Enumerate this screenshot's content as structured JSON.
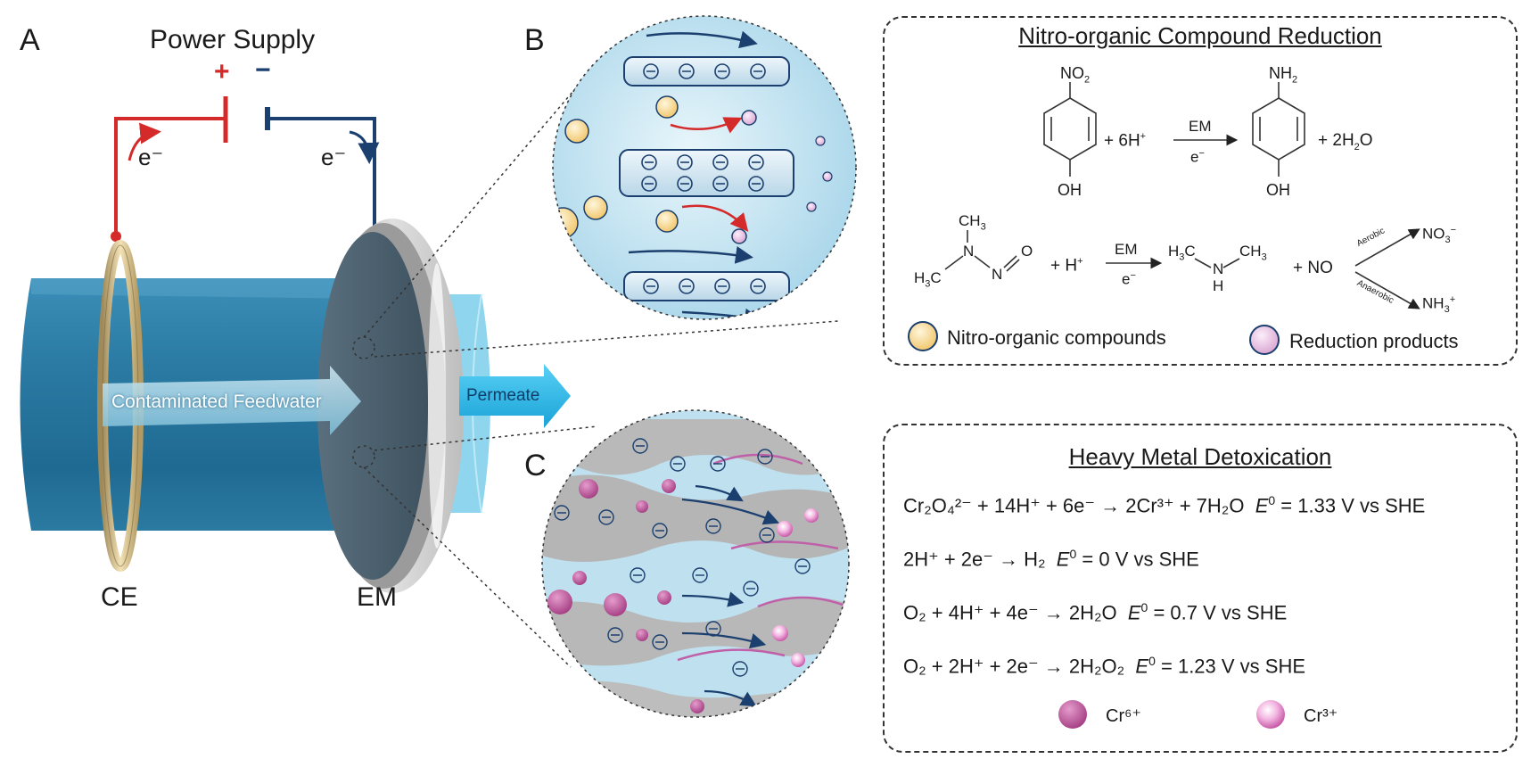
{
  "panel_a": {
    "letter": "A",
    "power_supply": "Power Supply",
    "plus": "+",
    "minus": "−",
    "electron_left": "e⁻",
    "electron_right": "e⁻",
    "feed_label": "Contaminated Feedwater",
    "permeate_label": "Permeate",
    "ce_label": "CE",
    "em_label": "EM"
  },
  "panel_b": {
    "letter": "B"
  },
  "panel_c": {
    "letter": "C"
  },
  "nitro_box": {
    "title": "Nitro-organic Compound Reduction",
    "reactant_no2": "NO",
    "reactant_no2_sub": "2",
    "oh_left": "OH",
    "plus_h": "+ 6H",
    "em": "EM",
    "e": "e",
    "nh2": "NH",
    "nh2_sub": "2",
    "oh_right": "OH",
    "plus_water": "+ 2H",
    "water_tail": "O",
    "ndma_ch3_top": "CH",
    "ndma_n": "N",
    "ndma_n2": "N",
    "ndma_o": "O",
    "ndma_h3c": "H",
    "ndma_c": "C",
    "plus_hplus": "+ H",
    "em2": "EM",
    "e2": "e",
    "dma_h3c": "H",
    "dma_c": "C",
    "dma_n": "N",
    "dma_h": "H",
    "dma_ch3": "CH",
    "plus_no": "+ NO",
    "aerobic": "Aerobic",
    "anaerobic": "Anaerobic",
    "no3": "NO",
    "nh4": "NH",
    "legend_reactant": "Nitro-organic compounds",
    "legend_product": "Reduction products"
  },
  "metal_box": {
    "title": "Heavy Metal Detoxication",
    "eq1_main": "Cr₂O₄²⁻ + 14H⁺ + 6e⁻ → 2Cr³⁺ + 7H₂O",
    "eq1_pot": "= 1.33 V vs SHE",
    "eq2_main": "2H⁺ + 2e⁻ → H₂",
    "eq2_pot": "= 0 V vs SHE",
    "eq3_main": "O₂ + 4H⁺ + 4e⁻ → 2H₂O",
    "eq3_pot": "= 0.7 V vs SHE",
    "eq4_main": "O₂ + 2H⁺ + 2e⁻ → 2H₂O₂",
    "eq4_pot": "= 1.23 V vs SHE",
    "e0_symbol": "E",
    "e0_sup": "0",
    "cr6": "Cr⁶⁺",
    "cr3": "Cr³⁺"
  },
  "colors": {
    "cylinder": "#2f7fa6",
    "membrane": "#c8c8c8",
    "anode_wire": "#d42a2a",
    "cathode_wire": "#1b3f6e",
    "permeate": "#25b3e6",
    "reactant": "#f7d58a",
    "product": "#e8b6dd",
    "cr": "#c2579e"
  }
}
